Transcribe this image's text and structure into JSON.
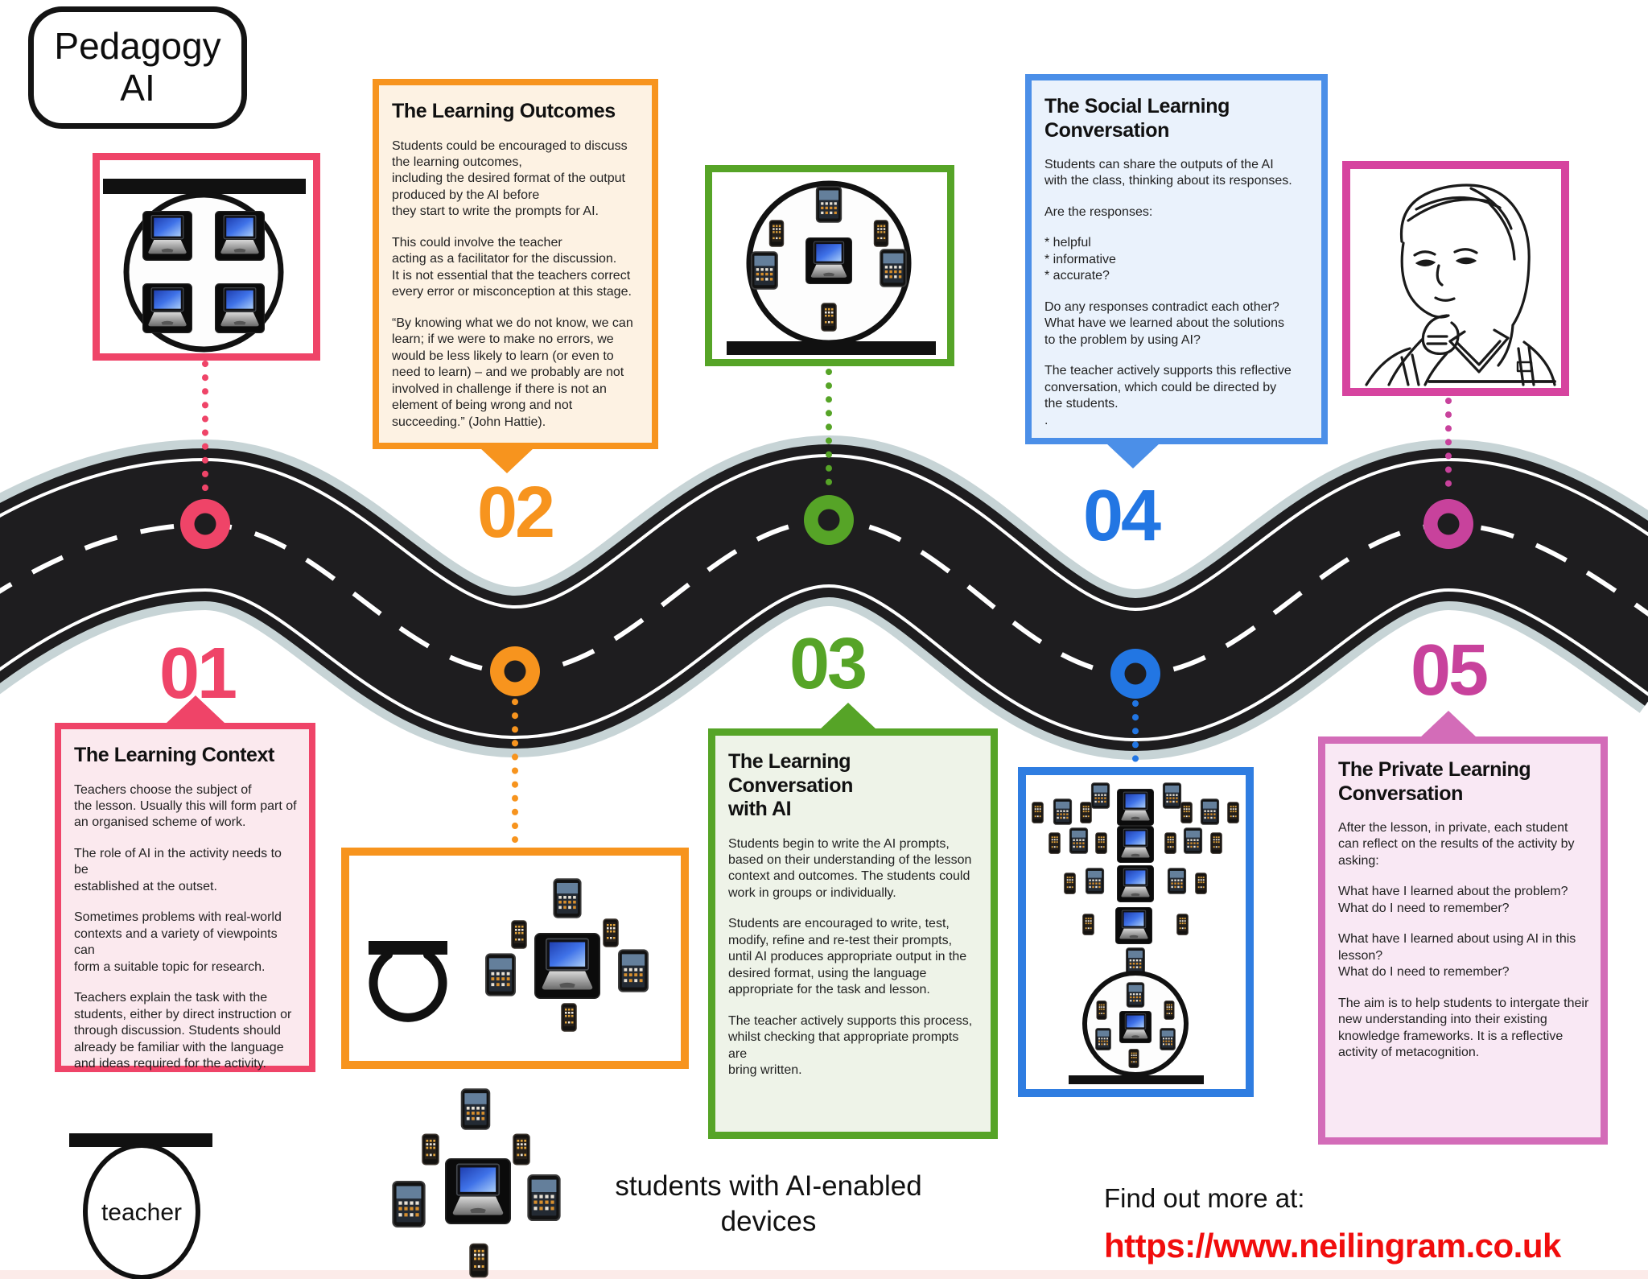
{
  "logo": {
    "line1": "Pedagogy",
    "line2": "AI"
  },
  "stops": [
    {
      "number": "01",
      "color": "#ef4468",
      "title": "The Learning Context",
      "paragraphs": [
        "Teachers choose the subject of\nthe lesson. Usually this will form part of\nan organised scheme of work.",
        "The role of AI in the activity needs to be\nestablished at the outset.",
        "Sometimes problems with real-world\ncontexts and a variety of viewpoints can\nform a suitable topic for research.",
        "Teachers explain  the task with the\nstudents, either by direct instruction or\nthrough discussion. Students should\nalready be familiar with the language\nand ideas required for the activity."
      ]
    },
    {
      "number": "02",
      "color": "#f7941e",
      "title": "The Learning Outcomes",
      "paragraphs": [
        "Students could be encouraged to discuss\nthe learning outcomes,\nincluding the desired format of the output\nproduced by the AI before\nthey start to write the prompts for AI.",
        "This could involve the teacher\nacting as a facilitator for the discussion.\nIt is not essential that the teachers correct\nevery error or misconception at this stage.",
        "“By knowing what we do not know, we can\nlearn; if we were to make no errors, we\nwould be less likely to learn (or even to\nneed to learn) – and we probably are not\ninvolved in challenge if there is not an\nelement of being wrong and not\nsucceeding.” (John Hattie)."
      ]
    },
    {
      "number": "03",
      "color": "#56a427",
      "title": "The Learning Conversation\nwith AI",
      "paragraphs": [
        "Students begin to write the AI prompts,\nbased on their understanding of the lesson\ncontext and outcomes. The students could\nwork in groups or individually.",
        "Students are encouraged to write, test,\nmodify, refine and re-test their prompts,\nuntil AI produces appropriate output in the\ndesired format, using the language\nappropriate for the task and lesson.",
        "The teacher actively supports this process,\nwhilst checking that appropriate prompts are\nbring written."
      ]
    },
    {
      "number": "04",
      "color": "#2276e3",
      "title": "The Social Learning\nConversation",
      "paragraphs": [
        "Students can share the outputs of the AI\nwith the class, thinking about its responses.",
        "Are the responses:",
        "* helpful\n* informative\n* accurate?",
        "Do any responses contradict each other?\nWhat have we learned about the solutions\nto the problem by using AI?",
        "The teacher actively supports this reflective\nconversation, which could be directed by\nthe students.\n."
      ]
    },
    {
      "number": "05",
      "color": "#c8429c",
      "title": "The Private Learning\nConversation",
      "paragraphs": [
        "After the lesson, in private, each student\ncan reflect on the results of the activity by\nasking:",
        "What have I learned about the problem?\nWhat do I need to remember?",
        "What have I learned about using AI in this\nlesson?\nWhat do I need to remember?",
        "The aim is to help students to intergate their\nnew understanding into their existing\nknowledge frameworks. It is a reflective\nactivity of metacognition."
      ]
    }
  ],
  "legend": {
    "teacher_label": "teacher",
    "students_caption": "students with AI-enabled\ndevices"
  },
  "footer": {
    "find_out_label": "Find out more at:",
    "url": "https://www.neilingram.co.uk",
    "url_color": "#f10d0d"
  },
  "road": {
    "surface_color": "#1e1d1f",
    "edge_color": "#c7d4d6",
    "stop_count": 5
  }
}
